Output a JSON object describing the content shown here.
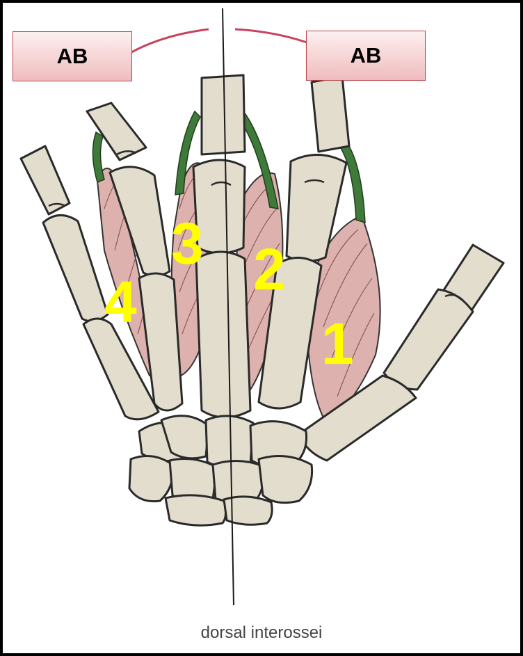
{
  "labels": {
    "left_abduction": "AB",
    "right_abduction": "AB"
  },
  "muscles": {
    "m1": "1",
    "m2": "2",
    "m3": "3",
    "m4": "4"
  },
  "caption": "dorsal interossei",
  "colors": {
    "bone_fill": "#e3ddcd",
    "muscle_fill": "#ddb1ad",
    "tendon_fill": "#3f7a3a",
    "arrow": "#c8435a",
    "number": "#ffff00"
  }
}
